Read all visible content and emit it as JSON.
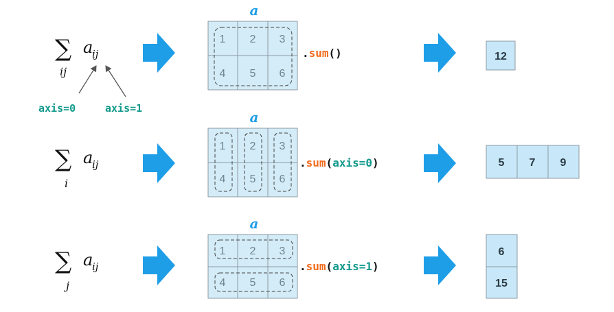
{
  "colors": {
    "arrow": "#1f9ee8",
    "cell_fill": "#d3ecf7",
    "cell_stroke": "#8c9aa3",
    "cell_text": "#6d8390",
    "result_fill": "#c8e8f9",
    "result_text": "#2a3a44",
    "array_label": "#1f9ee8",
    "method_name": "#f26b1d",
    "axis_text": "#11998c",
    "formula": "#111111",
    "pointer": "#555555"
  },
  "icons": [
    "right-arrow-icon",
    "pointer-arrow-icon"
  ],
  "row1": {
    "formula": {
      "sum_symbol": "∑",
      "term": "a",
      "subscript": "ij",
      "under": "ij"
    },
    "axis0_label": "axis=0",
    "axis1_label": "axis=1",
    "array_label": "a",
    "cells": [
      "1",
      "2",
      "3",
      "4",
      "5",
      "6"
    ],
    "call": {
      "dot": ".",
      "name": "sum",
      "args": "()"
    },
    "result": [
      "12"
    ]
  },
  "row2": {
    "formula": {
      "sum_symbol": "∑",
      "term": "a",
      "subscript": "ij",
      "under": "i"
    },
    "array_label": "a",
    "cells": [
      "1",
      "2",
      "3",
      "4",
      "5",
      "6"
    ],
    "call": {
      "dot": ".",
      "name": "sum",
      "open": "(",
      "arg": "axis=0",
      "close": ")"
    },
    "result": [
      "5",
      "7",
      "9"
    ]
  },
  "row3": {
    "formula": {
      "sum_symbol": "∑",
      "term": "a",
      "subscript": "ij",
      "under": "j"
    },
    "array_label": "a",
    "cells": [
      "1",
      "2",
      "3",
      "4",
      "5",
      "6"
    ],
    "call": {
      "dot": ".",
      "name": "sum",
      "open": "(",
      "arg": "axis=1",
      "close": ")"
    },
    "result": [
      "6",
      "15"
    ]
  }
}
